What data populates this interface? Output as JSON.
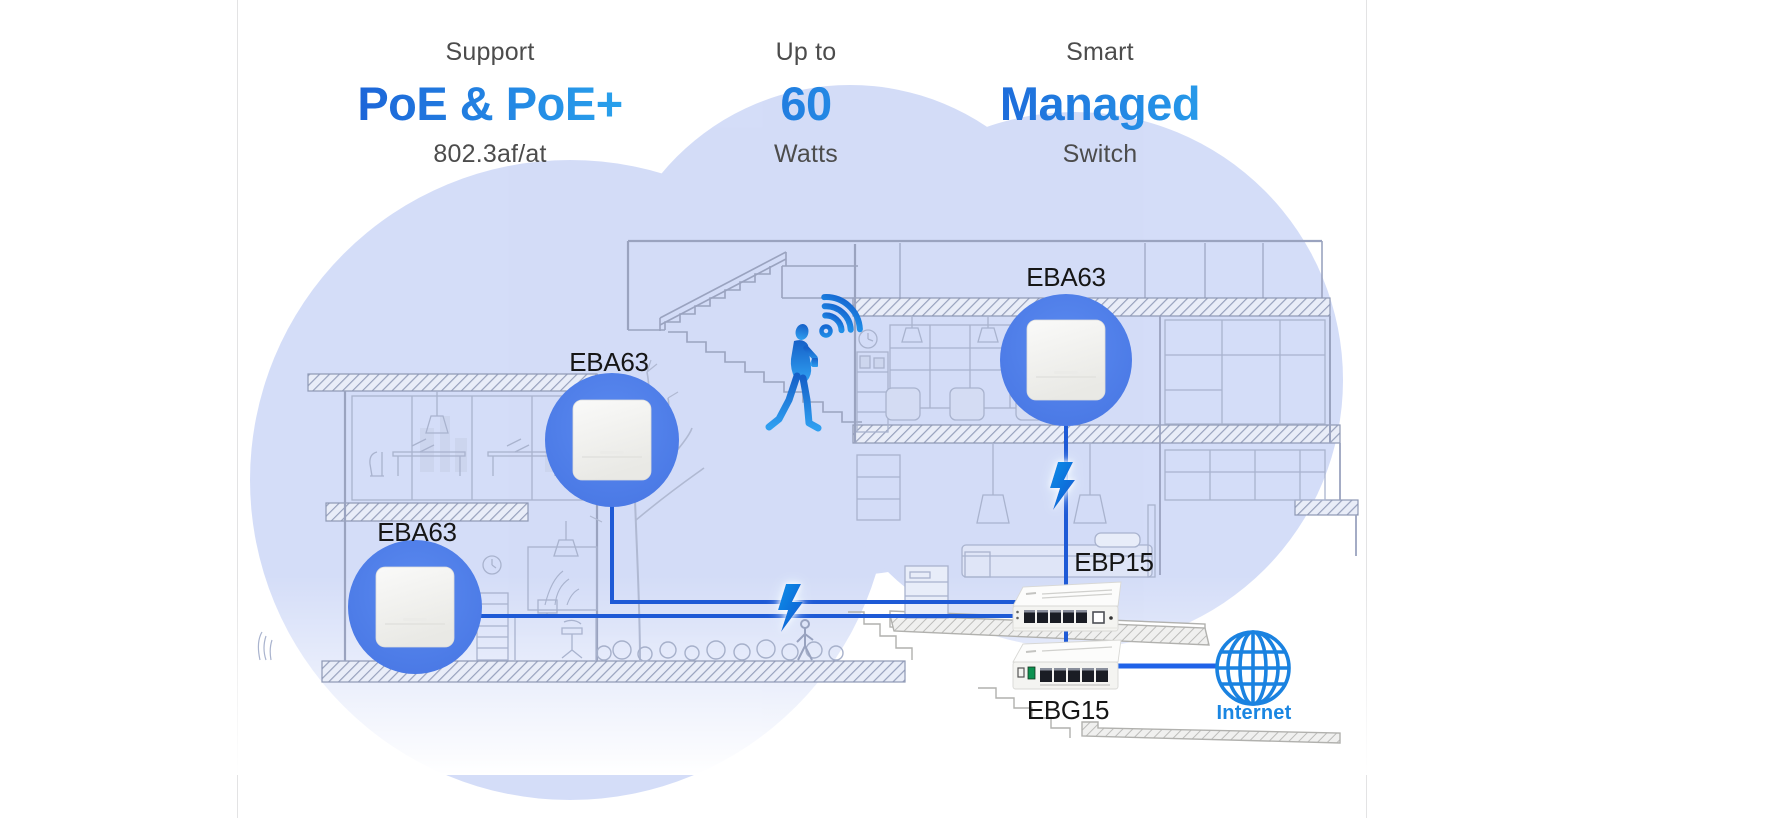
{
  "header": {
    "columns": [
      {
        "top": "Support",
        "main": "PoE & PoE+",
        "bottom": "802.3af/at"
      },
      {
        "top": "Up to",
        "main": "60",
        "bottom": "Watts"
      },
      {
        "top": "Smart",
        "main": "Managed",
        "bottom": "Switch"
      }
    ]
  },
  "labels": {
    "ap_ground": "EBA63",
    "ap_mid": "EBA63",
    "ap_top": "EBA63",
    "switch": "EBP15",
    "gateway": "EBG15",
    "internet": "Internet"
  },
  "icons": {
    "wifi": "wifi-signal-icon",
    "bolt_left": "lightning-bolt-icon",
    "bolt_right": "lightning-bolt-icon",
    "globe": "internet-globe-icon",
    "person": "person-with-phone-silhouette"
  },
  "colors": {
    "accent_dark": "#1b5fd6",
    "accent_light": "#2aa7ee",
    "ap_circle_blue": "#4b7deb",
    "cable_blue": "#1e5ad6",
    "internet_blue": "#1a82e0",
    "blueprint_line": "#9aa3bf",
    "background_blob": "#cfd9f7"
  }
}
